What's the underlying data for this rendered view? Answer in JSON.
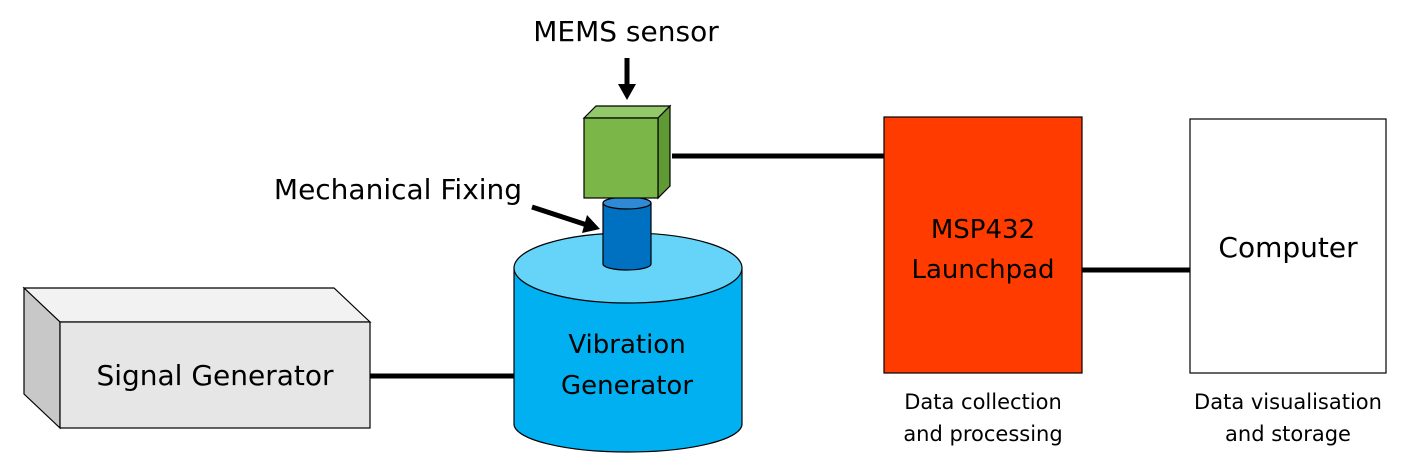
{
  "labels": {
    "mems_sensor": "MEMS sensor",
    "mechanical_fixing": "Mechanical Fixing",
    "signal_generator": "Signal Generator",
    "vibration_generator_line1": "Vibration",
    "vibration_generator_line2": "Generator",
    "msp432_line1": "MSP432",
    "msp432_line2": "Launchpad",
    "computer": "Computer",
    "msp432_caption_line1": "Data collection",
    "msp432_caption_line2": "and processing",
    "computer_caption_line1": "Data visualisation",
    "computer_caption_line2": "and storage"
  },
  "colors": {
    "sensor_face": "#7ab648",
    "sensor_top": "#93c96a",
    "sensor_side": "#5f9a35",
    "fixing": "#0070c0",
    "fixing_top": "#2f8ad6",
    "cylinder_body": "#00b0f0",
    "cylinder_top": "#66d3f8",
    "signal_gen_face": "#e6e6e6",
    "signal_gen_top": "#f2f2f2",
    "signal_gen_side": "#c8c8c8",
    "msp432": "#ff3b00",
    "computer": "#ffffff",
    "line": "#000000"
  }
}
